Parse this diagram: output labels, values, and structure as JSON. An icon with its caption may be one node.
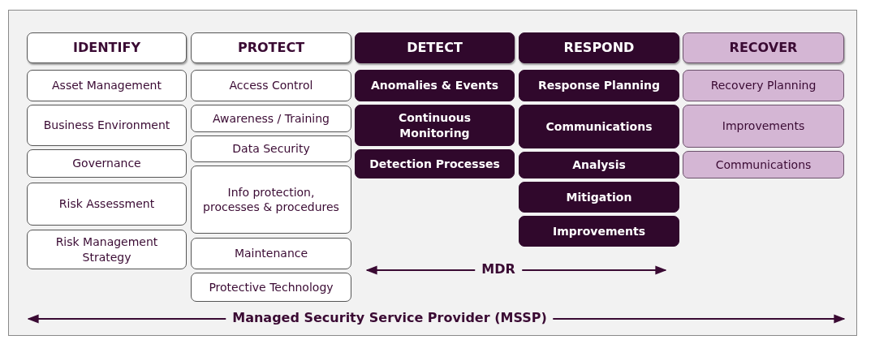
{
  "diagram": {
    "nodes": [
      {
        "text": [
          "IDENTIFY"
        ]
      },
      {
        "text": [
          "Asset Management"
        ]
      },
      {
        "text": [
          "Business Environment"
        ]
      },
      {
        "text": [
          "Governance"
        ]
      },
      {
        "text": [
          "Risk Assessment"
        ]
      },
      {
        "text": [
          "Risk Management Strategy"
        ]
      },
      {
        "text": [
          "PROTECT"
        ]
      },
      {
        "text": [
          "Access Control"
        ]
      },
      {
        "text": [
          "Awareness / Training"
        ]
      },
      {
        "text": [
          "Data Security"
        ]
      },
      {
        "text": [
          "Info protection, processes & procedures"
        ]
      },
      {
        "text": [
          "Maintenance"
        ]
      },
      {
        "text": [
          "Protective Technology"
        ]
      },
      {
        "text": [
          "DETECT"
        ]
      },
      {
        "text": [
          "Anomalies & Events"
        ]
      },
      {
        "text": [
          "Continuous Monitoring"
        ]
      },
      {
        "text": [
          "Detection Processes"
        ]
      },
      {
        "text": [
          "RESPOND"
        ]
      },
      {
        "text": [
          "Response Planning"
        ]
      },
      {
        "text": [
          "Communications"
        ]
      },
      {
        "text": [
          "Analysis"
        ]
      },
      {
        "text": [
          "Mitigation"
        ]
      },
      {
        "text": [
          "Improvements"
        ]
      },
      {
        "text": [
          "RECOVER"
        ]
      },
      {
        "text": [
          "Recovery Planning"
        ]
      },
      {
        "text": [
          "Improvements"
        ]
      },
      {
        "text": [
          "Communications"
        ]
      }
    ],
    "labels": [
      "MDR",
      "Managed Security Service Provider (MSSP)"
    ]
  }
}
